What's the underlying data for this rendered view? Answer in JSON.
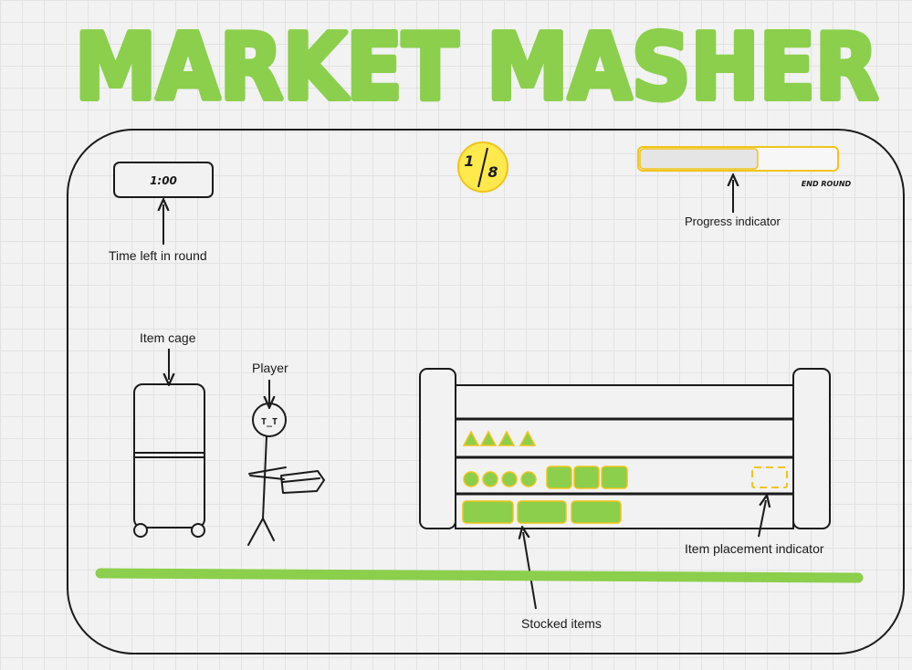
{
  "game": {
    "title": "MARKET MASHER",
    "timer_text": "1:00",
    "round": {
      "current": "1",
      "total": "8"
    },
    "progress_fraction": 0.6,
    "end_round_label": "END ROUND",
    "player_face": "T_T"
  },
  "annotations": {
    "time_left": "Time left in round",
    "progress": "Progress indicator",
    "item_cage": "Item cage",
    "player": "Player",
    "stocked_items": "Stocked items",
    "item_placement": "Item placement indicator"
  },
  "shelf": {
    "top_row": [],
    "triangle_row": [
      "triangle",
      "triangle",
      "triangle",
      "triangle"
    ],
    "middle_row": [
      "circle",
      "circle",
      "circle",
      "circle",
      "square",
      "square",
      "square"
    ],
    "bottom_row": [
      "box",
      "box",
      "box"
    ]
  },
  "colors": {
    "title_green": "#8bcf4c",
    "item_green": "#8bcf4c",
    "item_border": "#f0c419",
    "badge_yellow": "#ffe94d",
    "progress_border": "#f0c419",
    "progress_fill": "#e5e5e5",
    "ink": "#1a1a1a",
    "floor_green": "#8bcf4c"
  }
}
